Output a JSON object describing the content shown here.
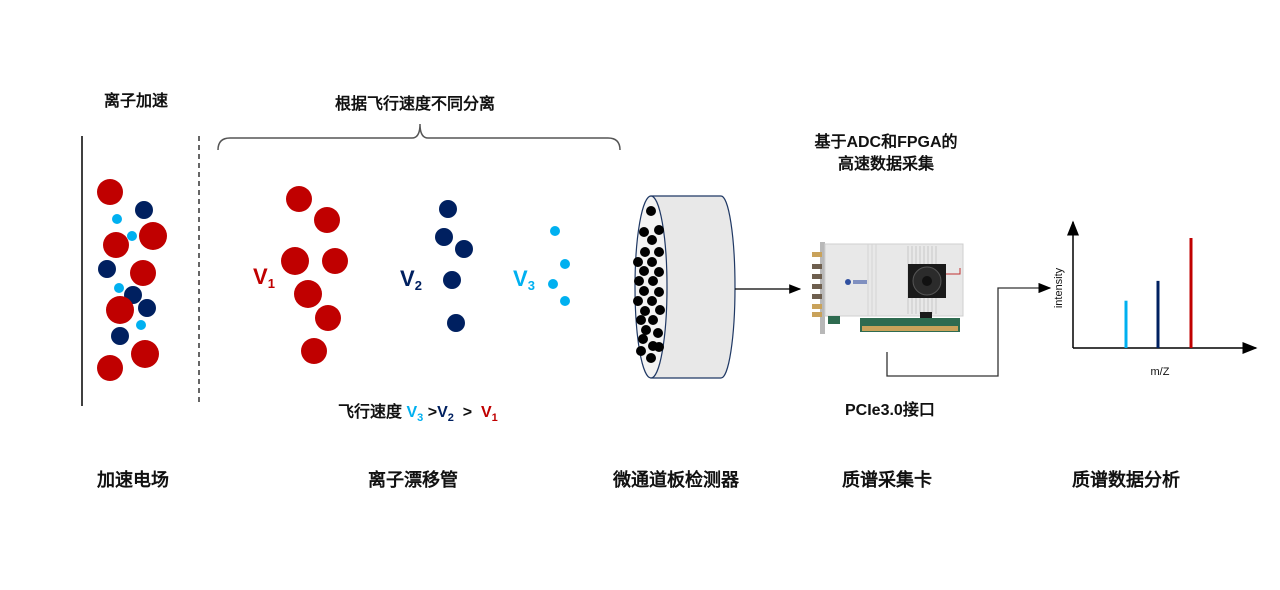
{
  "colors": {
    "red": "#c00000",
    "navy": "#002060",
    "cyan": "#00b0f0",
    "line": "#000000",
    "detector_fill": "#e8e8e8"
  },
  "labels": {
    "ion_acceleration": "离子加速",
    "separation": "根据飞行速度不同分离",
    "adc_fpga_line1": "基于ADC和FPGA的",
    "adc_fpga_line2": "高速数据采集",
    "pcie": "PCIe3.0接口"
  },
  "velocity": {
    "v": "V",
    "v1_sub": "1",
    "v2_sub": "2",
    "v3_sub": "3",
    "speed_prefix": "飞行速度",
    "gt": ">"
  },
  "stages": [
    {
      "label": "加速电场"
    },
    {
      "label": "离子漂移管"
    },
    {
      "label": "微通道板检测器"
    },
    {
      "label": "质谱采集卡"
    },
    {
      "label": "质谱数据分析"
    }
  ],
  "spectrum": {
    "xlabel": "m/Z",
    "ylabel": "intensity",
    "peaks": [
      {
        "name": "V3",
        "color": "#00b0f0",
        "relative_intensity": 0.43
      },
      {
        "name": "V2",
        "color": "#002060",
        "relative_intensity": 0.61
      },
      {
        "name": "V1",
        "color": "#c00000",
        "relative_intensity": 1.0
      }
    ]
  },
  "icons": {
    "daq_card": "pcie-daq-card-image",
    "detector": "microchannel-plate-cylinder"
  }
}
